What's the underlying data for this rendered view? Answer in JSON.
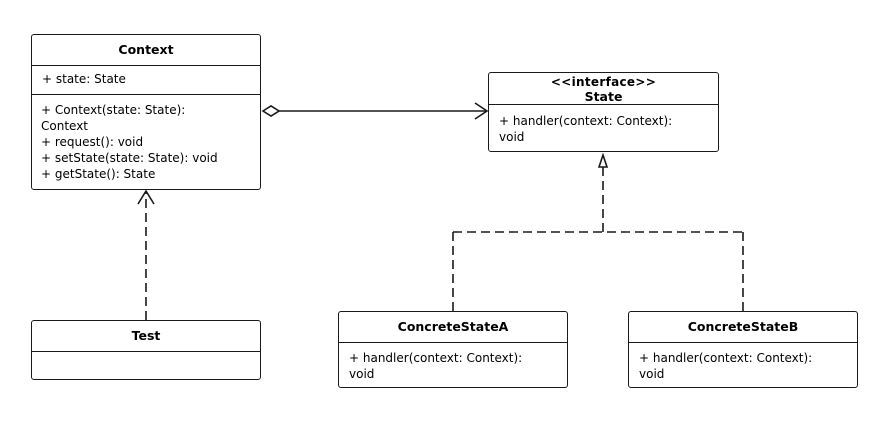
{
  "classes": {
    "context": {
      "name": "Context",
      "attributes": [
        "+ state: State"
      ],
      "methods": [
        "+ Context(state: State):",
        "Context",
        "+ request(): void",
        "+ setState(state: State): void",
        "+ getState(): State"
      ]
    },
    "state": {
      "stereotype": "<<interface>>",
      "name": "State",
      "methods": [
        "+ handler(context: Context):",
        "void"
      ]
    },
    "test": {
      "name": "Test"
    },
    "concrete_a": {
      "name": "ConcreteStateA",
      "methods": [
        "+ handler(context: Context):",
        "void"
      ]
    },
    "concrete_b": {
      "name": "ConcreteStateB",
      "methods": [
        "+ handler(context: Context):",
        "void"
      ]
    }
  },
  "relations": [
    {
      "from": "Context",
      "to": "State",
      "type": "aggregation"
    },
    {
      "from": "Test",
      "to": "Context",
      "type": "dependency"
    },
    {
      "from": "ConcreteStateA",
      "to": "State",
      "type": "realization"
    },
    {
      "from": "ConcreteStateB",
      "to": "State",
      "type": "realization"
    }
  ],
  "colors": {
    "stroke": "#1a1a1a",
    "background": "#ffffff"
  }
}
